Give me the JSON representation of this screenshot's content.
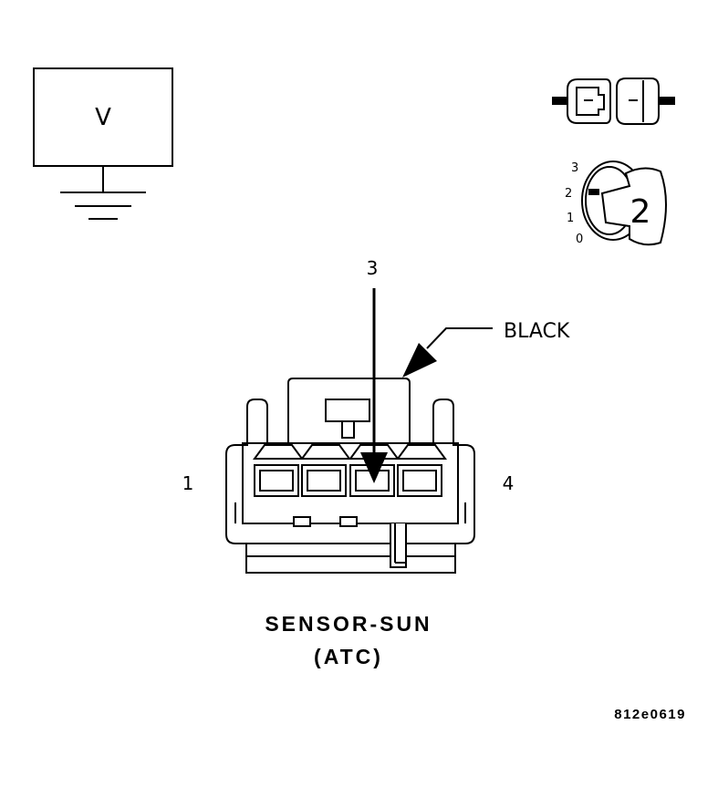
{
  "meter": {
    "label": "V"
  },
  "connector_icon": {
    "name": "connector-pair-icon"
  },
  "ignition": {
    "position_labels": [
      "3",
      "2",
      "1",
      "0"
    ],
    "key_label": "2"
  },
  "connector": {
    "pin_callout": "3",
    "color_label": "BLACK",
    "left_pin": "1",
    "right_pin": "4"
  },
  "caption": {
    "line1": "SENSOR-SUN",
    "line2": "(ATC)"
  },
  "figure_id": "812e0619"
}
